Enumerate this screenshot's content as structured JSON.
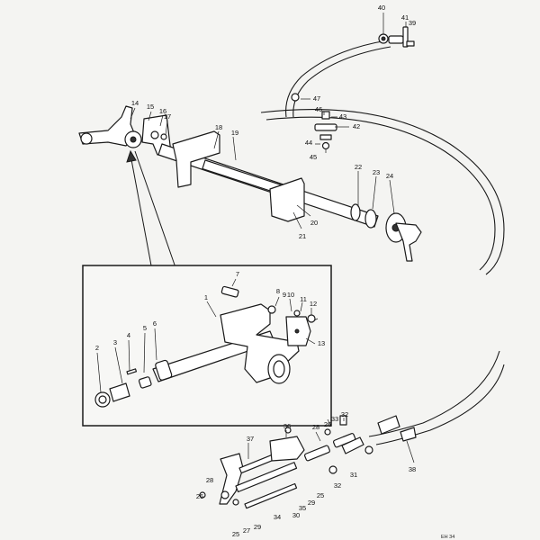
{
  "figure": {
    "reference": "EH 34"
  },
  "callouts": {
    "c1": "1",
    "c2": "2",
    "c3": "3",
    "c4": "4",
    "c5": "5",
    "c6": "6",
    "c7": "7",
    "c8": "8",
    "c9": "9",
    "c10": "10",
    "c11": "11",
    "c12": "12",
    "c13": "13",
    "c14": "14",
    "c15": "15",
    "c16": "16",
    "c17": "17",
    "c18": "18",
    "c19": "19",
    "c20": "20",
    "c21": "21",
    "c22": "22",
    "c23": "23",
    "c24": "24",
    "c25a": "25",
    "c25b": "25",
    "c26a": "26",
    "c26b": "26",
    "c27": "27",
    "c28a": "28",
    "c28b": "28",
    "c29a": "29",
    "c29b": "29",
    "c30": "30",
    "c31": "31",
    "c32a": "32",
    "c32b": "32",
    "c33": "33",
    "c34": "34",
    "c35": "35",
    "c36": "36",
    "c37": "37",
    "c38": "38",
    "c39": "39",
    "c40": "40",
    "c41": "41",
    "c42": "42",
    "c43": "43",
    "c44": "44",
    "c45": "45",
    "c46": "46",
    "c47": "47"
  }
}
